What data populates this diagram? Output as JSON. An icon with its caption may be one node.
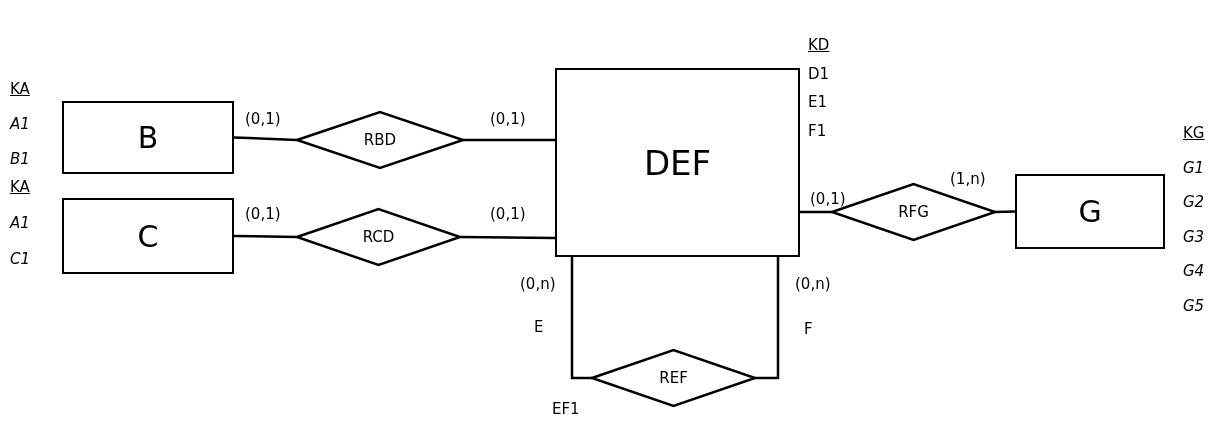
{
  "diagram": {
    "nodes": [
      {
        "text": [
          "B"
        ],
        "beside": [
          "KA",
          "A1",
          "B1"
        ]
      },
      {
        "text": [
          "RBD"
        ]
      },
      {
        "text": [
          "DEF"
        ],
        "beside": [
          "KD",
          "D1",
          "E1",
          "F1"
        ]
      },
      {
        "text": [
          "C"
        ],
        "beside": [
          "KA",
          "A1",
          "C1"
        ]
      },
      {
        "text": [
          "RCD"
        ]
      },
      {
        "text": [
          "RFG"
        ]
      },
      {
        "text": [
          "G"
        ],
        "beside": [
          "KG",
          "G1",
          "G2",
          "G3",
          "G4",
          "G5"
        ]
      },
      {
        "text": [
          "REF"
        ],
        "beside": [
          "EF1"
        ]
      }
    ],
    "edges": [
      {
        "from": 0,
        "to": 1,
        "arrow": "none",
        "label": "(0,1)"
      },
      {
        "from": 1,
        "to": 2,
        "arrow": "none",
        "label": "(0,1)"
      },
      {
        "from": 3,
        "to": 4,
        "arrow": "none",
        "label": "(0,1)"
      },
      {
        "from": 4,
        "to": 2,
        "arrow": "none",
        "label": "(0,1)"
      },
      {
        "from": 2,
        "to": 5,
        "arrow": "none",
        "label": "(0,1)"
      },
      {
        "from": 5,
        "to": 6,
        "arrow": "none",
        "label": "(1,n)"
      },
      {
        "from": 2,
        "to": 7,
        "arrow": "none",
        "label": "(0,n)"
      },
      {
        "from": 2,
        "to": 7,
        "arrow": "none",
        "label": "(0,n)"
      }
    ],
    "labels": [
      "E",
      "F"
    ]
  }
}
